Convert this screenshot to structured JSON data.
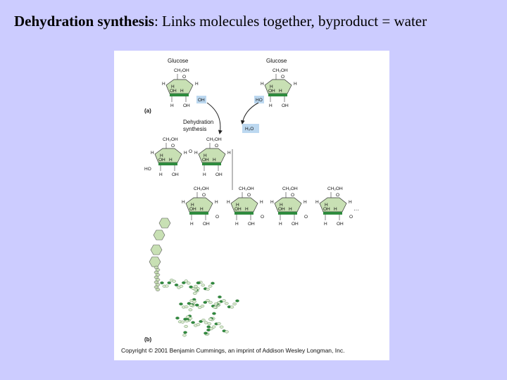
{
  "slide": {
    "title_bold": "Dehydration synthesis",
    "title_rest": ": Links molecules together, byproduct = water"
  },
  "figure": {
    "glucose_left_label": "Glucose",
    "glucose_right_label": "Glucose",
    "part_a_label": "(a)",
    "part_b_label": "(b)",
    "reaction_label_line1": "Dehydration",
    "reaction_label_line2": "synthesis",
    "water_label": "H₂O",
    "ring_top_label": "CH₂OH",
    "ring_o": "O",
    "ring_h": "H",
    "ring_oh": "OH",
    "ring_ho": "HO",
    "chain_continuation": "···",
    "copyright": "Copyright © 2001 Benjamin Cummings, an imprint of Addison Wesley Longman, Inc.",
    "colors": {
      "ring_top_fill": "#c8e0b4",
      "ring_bottom": "#2e8b3e",
      "highlight": "#bcd8f0",
      "background": "#ccccff"
    }
  }
}
